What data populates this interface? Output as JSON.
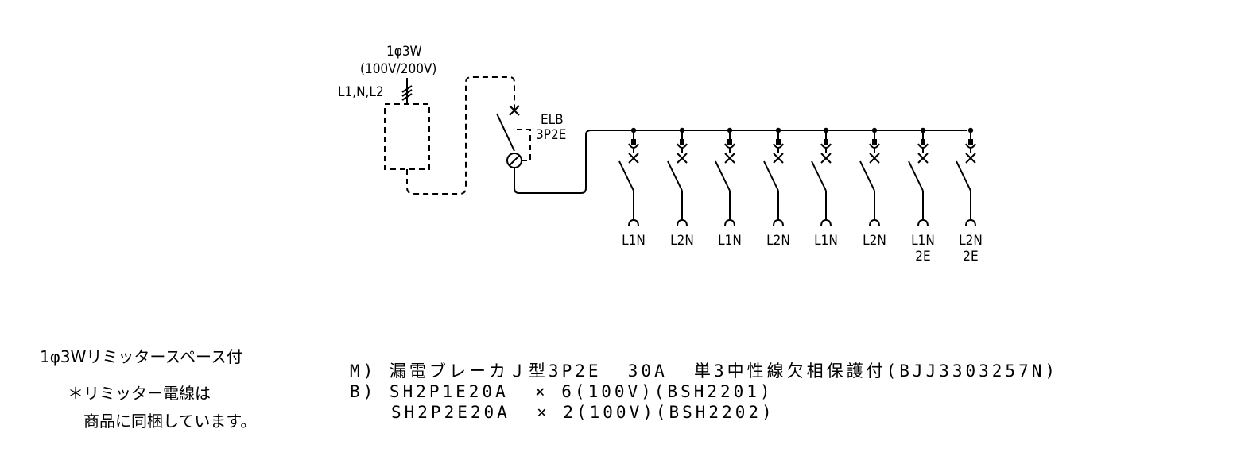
{
  "supply": {
    "phase": "1φ3W",
    "voltage": "(100V/200V)",
    "lines": "L1,N,L2"
  },
  "main_breaker": {
    "line1": "ELB",
    "line2": "3P2E"
  },
  "branches": [
    {
      "line1": "L1N",
      "line2": ""
    },
    {
      "line1": "L2N",
      "line2": ""
    },
    {
      "line1": "L1N",
      "line2": ""
    },
    {
      "line1": "L2N",
      "line2": ""
    },
    {
      "line1": "L1N",
      "line2": ""
    },
    {
      "line1": "L2N",
      "line2": ""
    },
    {
      "line1": "L1N",
      "line2": "2E"
    },
    {
      "line1": "L2N",
      "line2": "2E"
    }
  ],
  "notes": {
    "line1": "1φ3Wリミッタースペース付",
    "line2": "＊リミッター電線は",
    "line3": "商品に同梱しています。"
  },
  "specs": {
    "m": "M) 漏電ブレーカＪ型3P2E  30A  単3中性線欠相保護付(BJJ3303257N)",
    "b1": "B) SH2P1E20A  × 6(100V)(BSH2201)",
    "b2": "SH2P2E20A  × 2(100V)(BSH2202)"
  }
}
